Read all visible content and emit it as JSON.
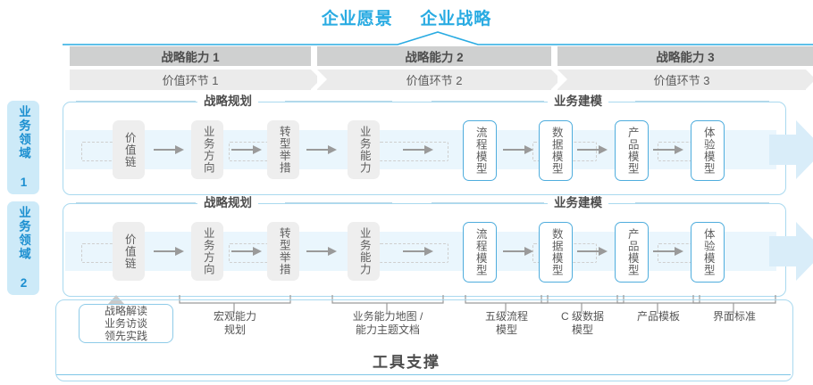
{
  "header": {
    "vision": "企业愿景",
    "strategy": "企业战略"
  },
  "capabilities": [
    {
      "label": "战略能力 1"
    },
    {
      "label": "战略能力 2"
    },
    {
      "label": "战略能力 3"
    }
  ],
  "value_links": [
    {
      "label": "价值环节 1"
    },
    {
      "label": "价值环节 2"
    },
    {
      "label": "价值环节 3"
    }
  ],
  "domains": [
    {
      "label": "业务领域 1"
    },
    {
      "label": "业务领域 2"
    }
  ],
  "sections": {
    "planning": "战略规划",
    "modeling": "业务建模"
  },
  "nodes": {
    "planning": [
      {
        "label": "价值链"
      },
      {
        "label": "业务方向"
      },
      {
        "label": "转型举措"
      },
      {
        "label": "业务能力"
      }
    ],
    "modeling": [
      {
        "label": "流程模型"
      },
      {
        "label": "数据模型"
      },
      {
        "label": "产品模型"
      },
      {
        "label": "体验模型"
      }
    ]
  },
  "tools": {
    "title": "工具支撑",
    "input_box": "战略解读\n业务访谈\n领先实践",
    "input_box_lines": [
      "战略解读",
      "业务访谈",
      "领先实践"
    ],
    "labels": [
      {
        "line1": "宏观能力",
        "line2": "规划"
      },
      {
        "line1": "业务能力地图 /",
        "line2": "能力主题文档"
      },
      {
        "line1": "五级流程",
        "line2": "模型"
      },
      {
        "line1": "C 级数据",
        "line2": "模型"
      },
      {
        "line1": "产品模板",
        "line2": ""
      },
      {
        "line1": "界面标准",
        "line2": ""
      }
    ]
  },
  "colors": {
    "accent_blue": "#29abe2",
    "light_blue_fill": "#cdeaf8",
    "band_blue": "#eaf6fd",
    "border_blue": "#a9d9ef",
    "cap_gray": "#cfd0d0",
    "value_gray": "#ebebeb",
    "node_gray": "#eeeeee",
    "text_gray": "#5a5a5a"
  }
}
